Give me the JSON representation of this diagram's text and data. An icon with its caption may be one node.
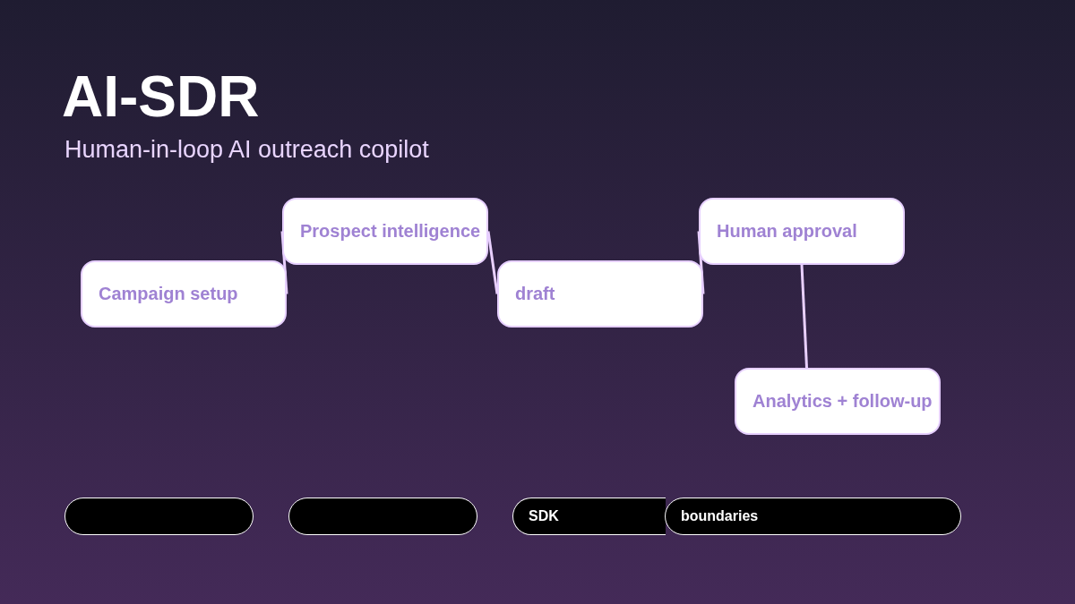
{
  "diagram": {
    "title": "AI-SDR",
    "nodes": [
      {
        "text": [
          "Campaign setup"
        ]
      },
      {
        "text": [
          "Prospect intelligence"
        ]
      },
      {
        "text": [
          "draft"
        ]
      },
      {
        "text": [
          "Human approval"
        ]
      },
      {
        "text": [
          "Analytics + follow-up"
        ]
      },
      {
        "text": [],
        "shape": "box"
      },
      {
        "text": [],
        "shape": "box"
      },
      {
        "text": [
          "SDK"
        ]
      },
      {
        "text": [
          "boundaries"
        ]
      }
    ],
    "edges": [
      {
        "from": 0,
        "to": 1,
        "arrow": "none"
      },
      {
        "from": 1,
        "to": 2,
        "arrow": "none"
      },
      {
        "from": 2,
        "to": 3,
        "arrow": "none"
      },
      {
        "from": 3,
        "to": 4,
        "arrow": "none"
      }
    ],
    "labels": [
      "Human-in-loop AI outreach copilot"
    ]
  }
}
